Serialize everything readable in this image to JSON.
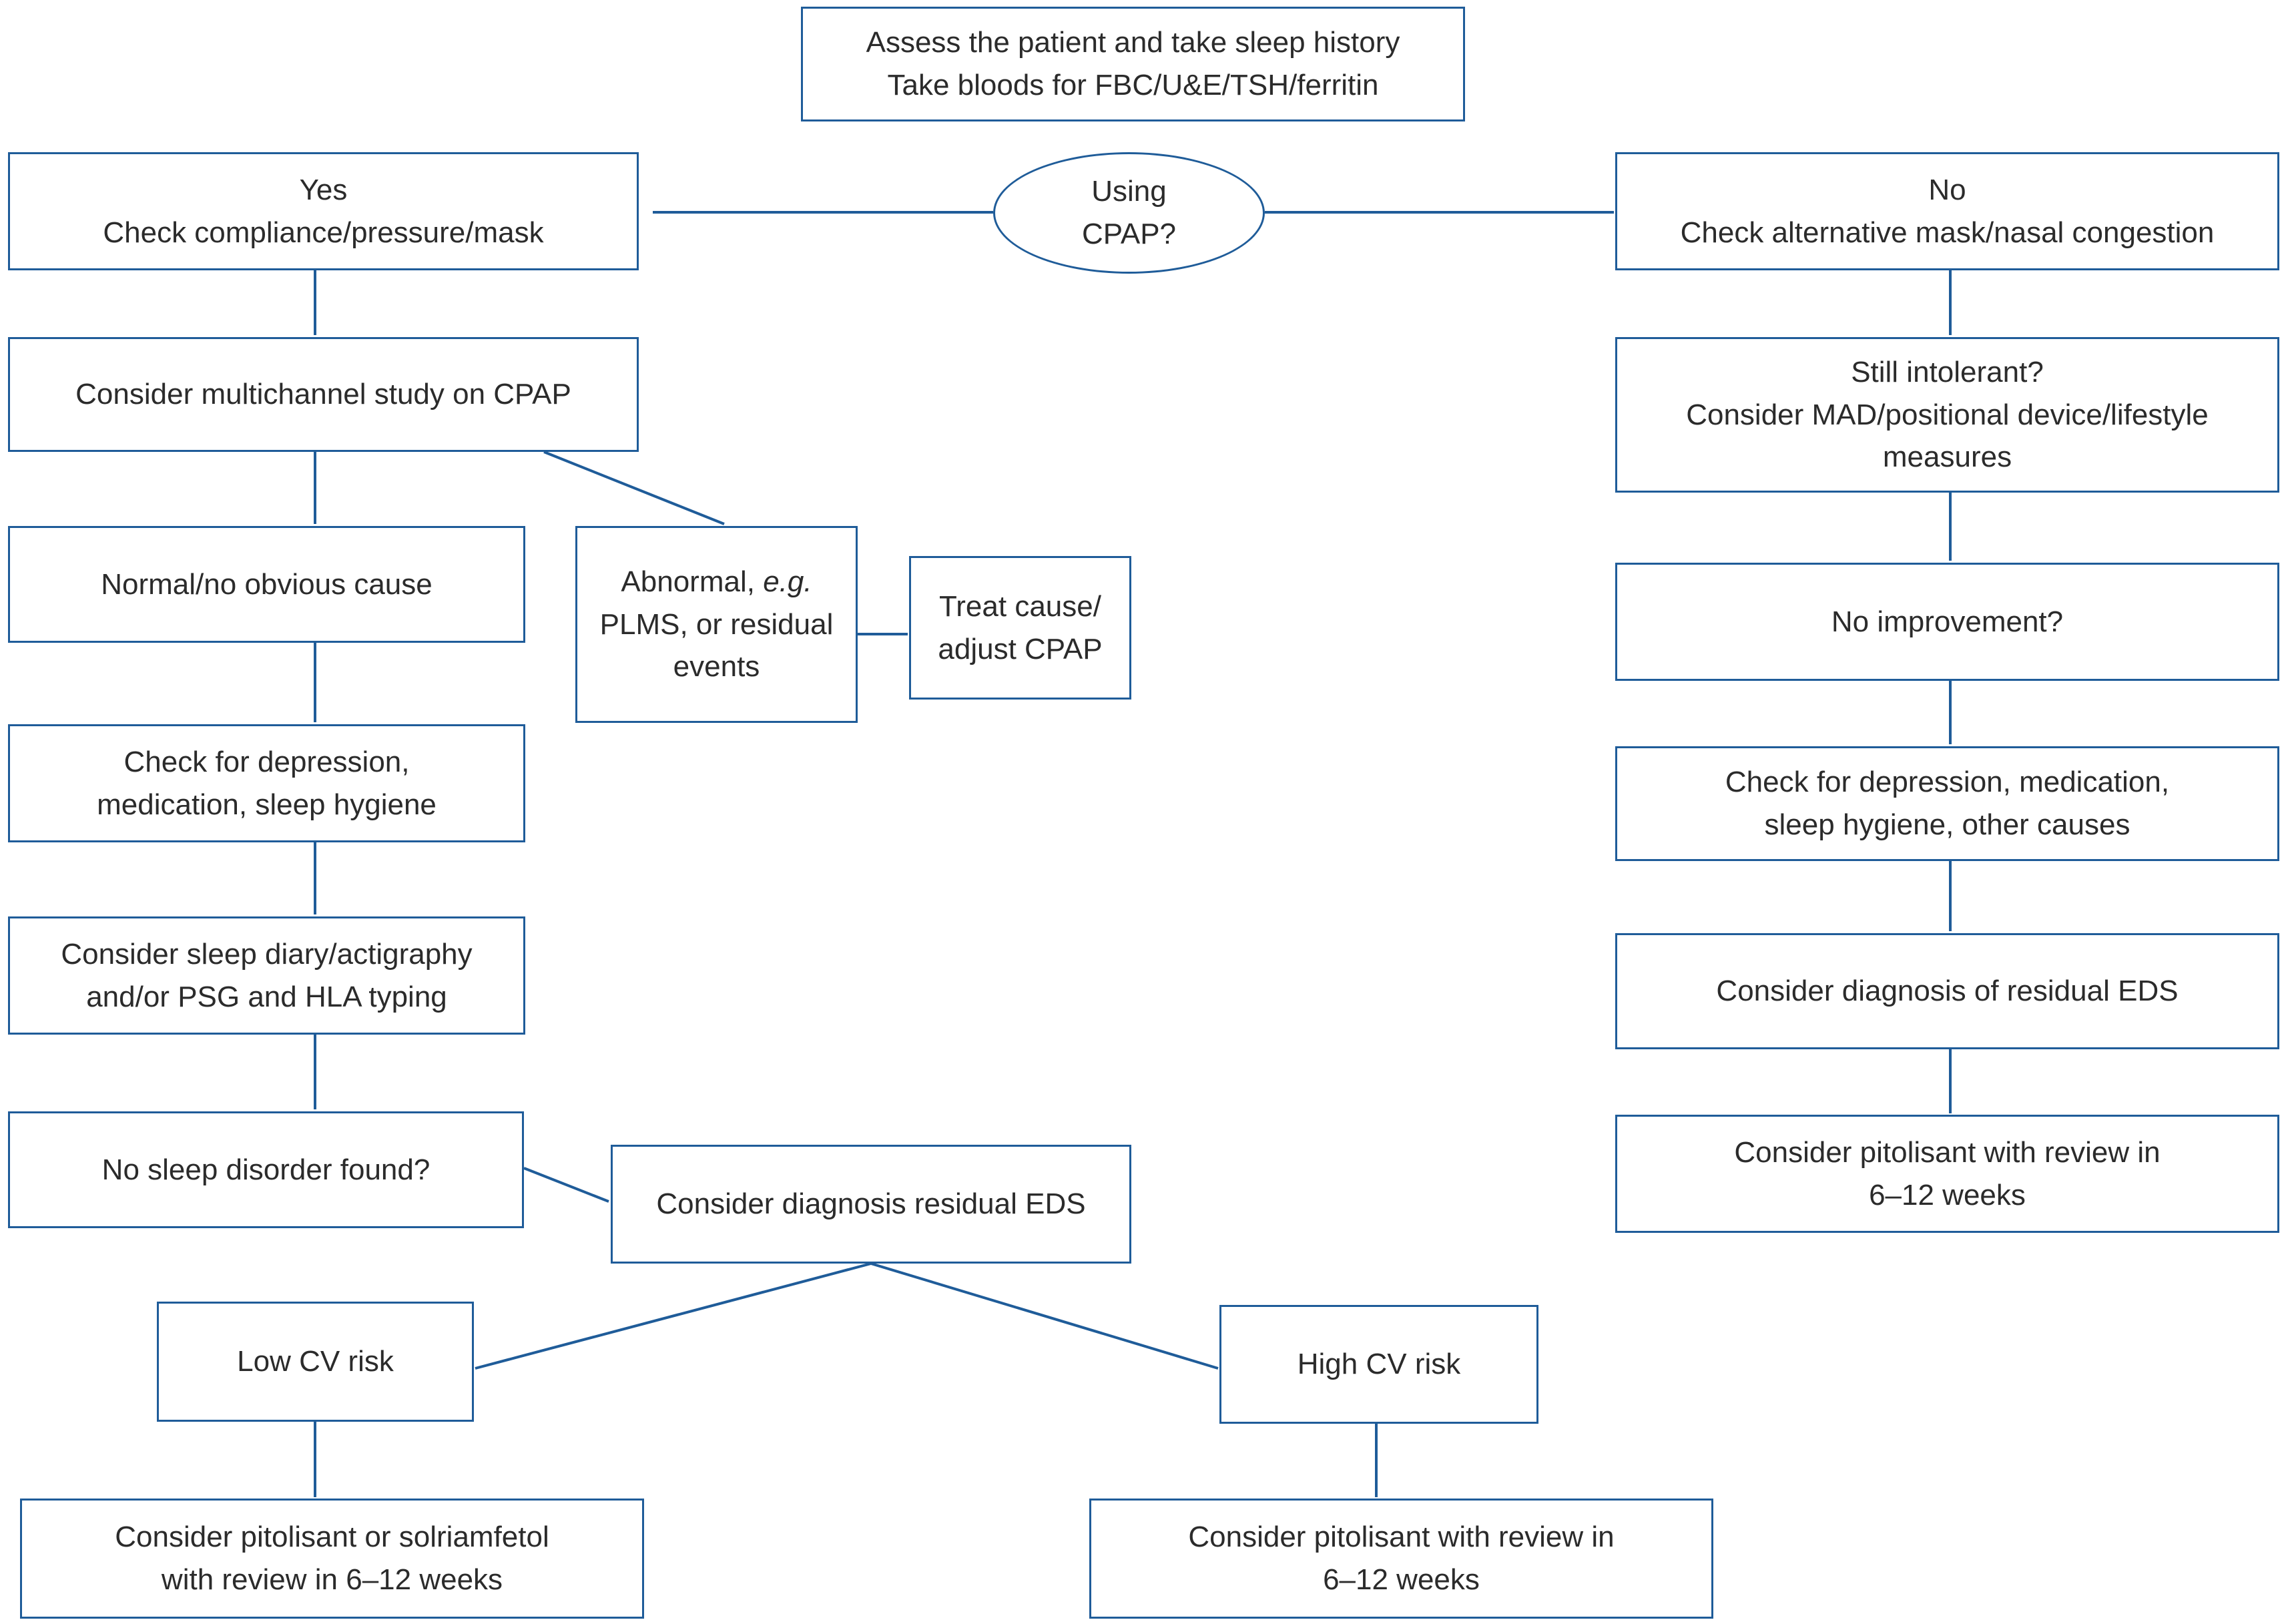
{
  "nodes": {
    "assess": {
      "lines": [
        "Assess the patient and take sleep history",
        "Take bloods for FBC/U&E/TSH/ferritin"
      ]
    },
    "using_cpap": {
      "lines": [
        "Using",
        "CPAP?"
      ]
    },
    "yes": {
      "lines": [
        "Yes",
        "Check compliance/pressure/mask"
      ]
    },
    "no": {
      "lines": [
        "No",
        "Check alternative mask/nasal congestion"
      ]
    },
    "multichannel": {
      "lines": [
        "Consider multichannel study on CPAP"
      ]
    },
    "normal": {
      "lines": [
        "Normal/no obvious cause"
      ]
    },
    "abnormal": {
      "prefix": "Abnormal, ",
      "eg": "e.g.",
      "lines_rest": [
        "PLMS, or residual",
        "events"
      ]
    },
    "treat": {
      "lines": [
        "Treat cause/",
        "adjust CPAP"
      ]
    },
    "depression_left": {
      "lines": [
        "Check for depression,",
        "medication, sleep hygiene"
      ]
    },
    "diary": {
      "lines": [
        "Consider sleep diary/actigraphy",
        "and/or PSG and HLA typing"
      ]
    },
    "no_disorder": {
      "lines": [
        "No sleep disorder found?"
      ]
    },
    "residual_eds_left": {
      "lines": [
        "Consider diagnosis residual EDS"
      ]
    },
    "low_cv": {
      "lines": [
        "Low CV risk"
      ]
    },
    "high_cv": {
      "lines": [
        "High CV risk"
      ]
    },
    "pitolisant_solri": {
      "lines": [
        "Consider pitolisant or solriamfetol",
        "with review in 6–12 weeks"
      ]
    },
    "pitolisant_bottom": {
      "lines": [
        "Consider pitolisant with review in",
        "6–12 weeks"
      ]
    },
    "still_intolerant": {
      "lines": [
        "Still intolerant?",
        "Consider MAD/positional device/lifestyle",
        "measures"
      ]
    },
    "no_improvement": {
      "lines": [
        "No improvement?"
      ]
    },
    "depression_right": {
      "lines": [
        "Check for depression, medication,",
        "sleep hygiene, other causes"
      ]
    },
    "residual_eds_right": {
      "lines": [
        "Consider diagnosis of residual EDS"
      ]
    },
    "pitolisant_right": {
      "lines": [
        "Consider pitolisant with review in",
        "6–12 weeks"
      ]
    }
  },
  "colors": {
    "border": "#1f5c99",
    "arrow": "#1f5c99",
    "text": "#2b2b2b"
  }
}
